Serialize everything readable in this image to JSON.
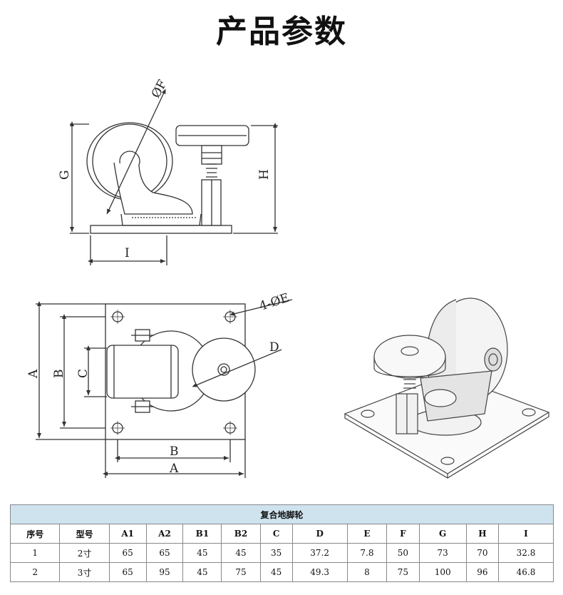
{
  "title": "产品参数",
  "labels": {
    "top_f": "ØF",
    "top_g": "G",
    "top_h": "H",
    "top_i": "I",
    "mid_e": "4-ØE",
    "mid_d": "D",
    "mid_a": "A",
    "mid_b": "B",
    "mid_c": "C",
    "bot_b": "B",
    "bot_a": "A"
  },
  "table": {
    "caption": "复合地脚轮",
    "headers": [
      "序号",
      "型号",
      "A1",
      "A2",
      "B1",
      "B2",
      "C",
      "D",
      "E",
      "F",
      "G",
      "H",
      "I"
    ],
    "rows": [
      [
        "1",
        "2寸",
        "65",
        "65",
        "45",
        "45",
        "35",
        "37.2",
        "7.8",
        "50",
        "73",
        "70",
        "32.8"
      ],
      [
        "2",
        "3寸",
        "65",
        "95",
        "45",
        "75",
        "45",
        "49.3",
        "8",
        "75",
        "100",
        "96",
        "46.8"
      ]
    ]
  }
}
